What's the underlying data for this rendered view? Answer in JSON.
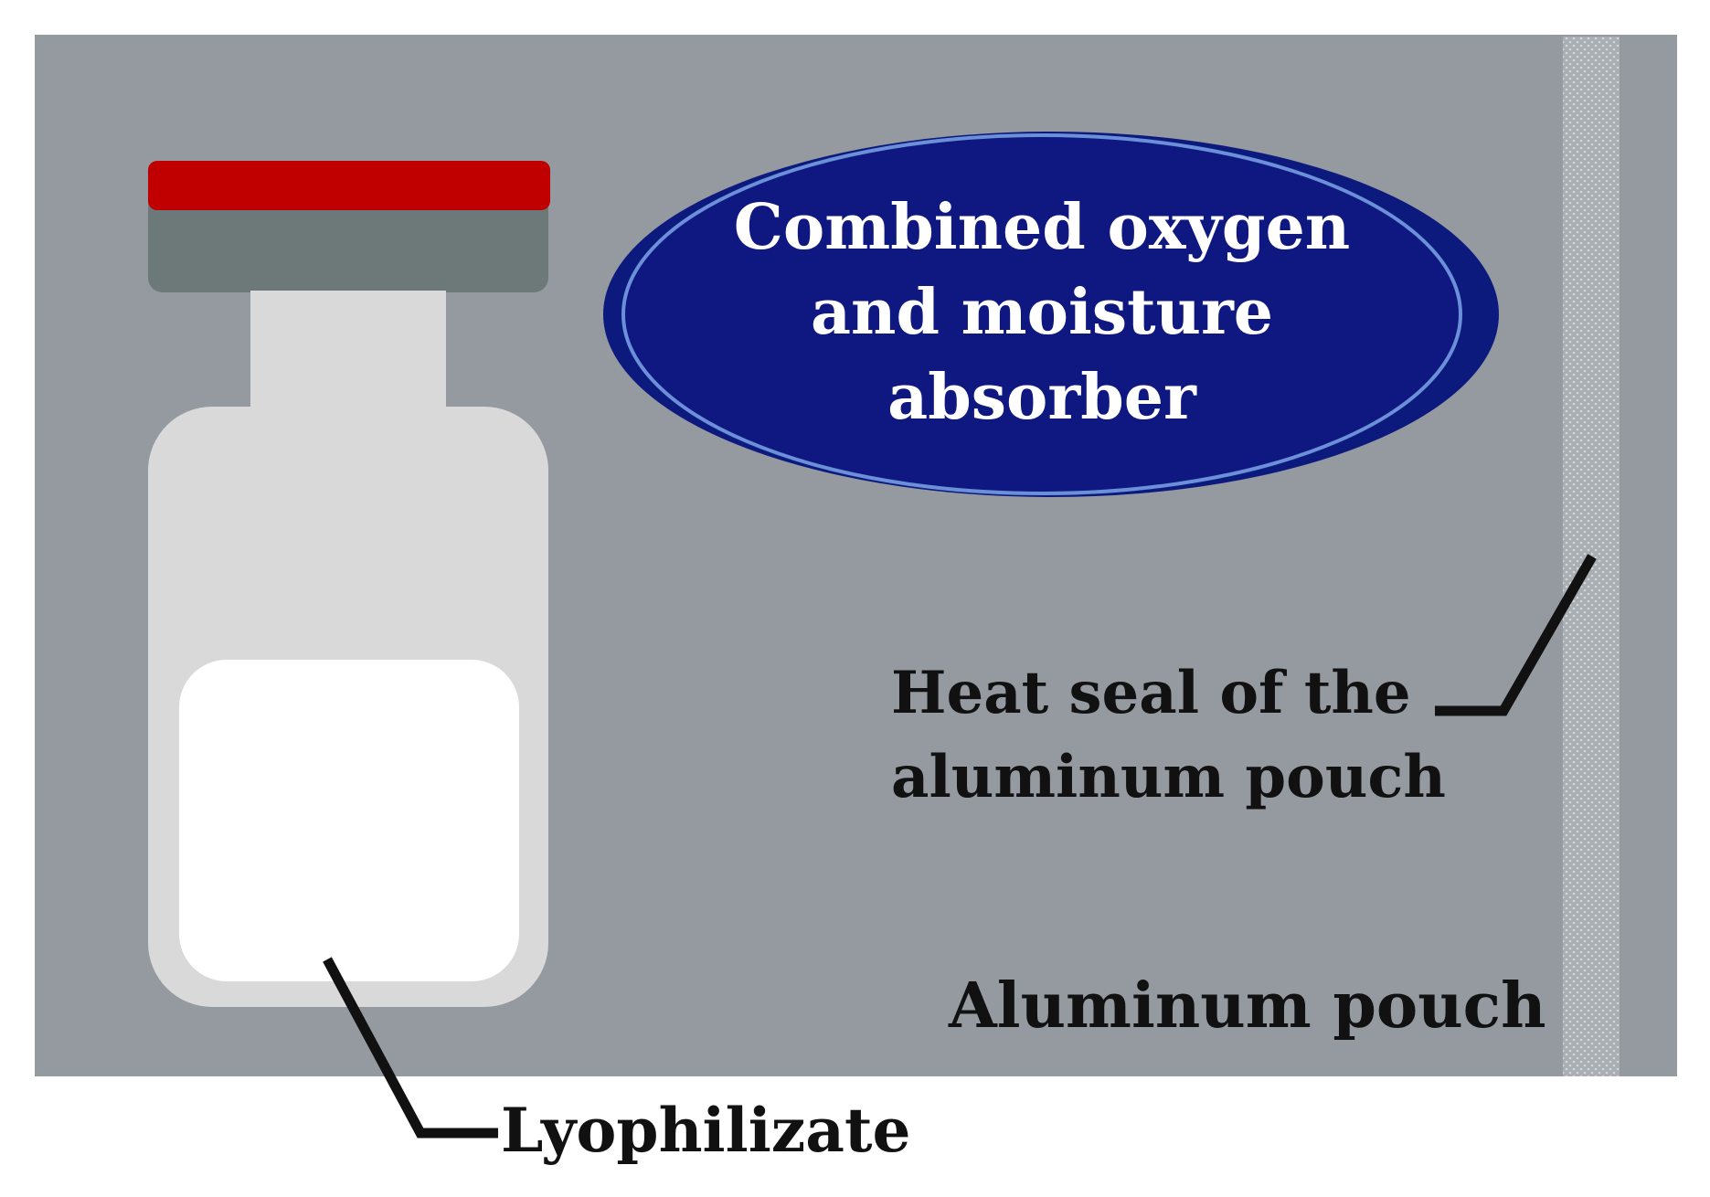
{
  "labels": {
    "absorber_line1": "Combined oxygen",
    "absorber_line2": "and moisture",
    "absorber_line3": "absorber",
    "heat_seal_line1": "Heat seal of the",
    "heat_seal_line2": "aluminum pouch",
    "pouch": "Aluminum pouch",
    "lyophilizate": "Lyophilizate"
  },
  "colors": {
    "pouch": "#949aa0",
    "cap_top": "#c00000",
    "cap_crimp": "#6d7878",
    "vial_glass": "#d9d9d9",
    "lyophilizate": "#ffffff",
    "absorber": "#0d1a7d",
    "absorber_rim": "#6b8fd8",
    "seal_strip": "#b8bcc0",
    "leader_line": "#111111"
  }
}
